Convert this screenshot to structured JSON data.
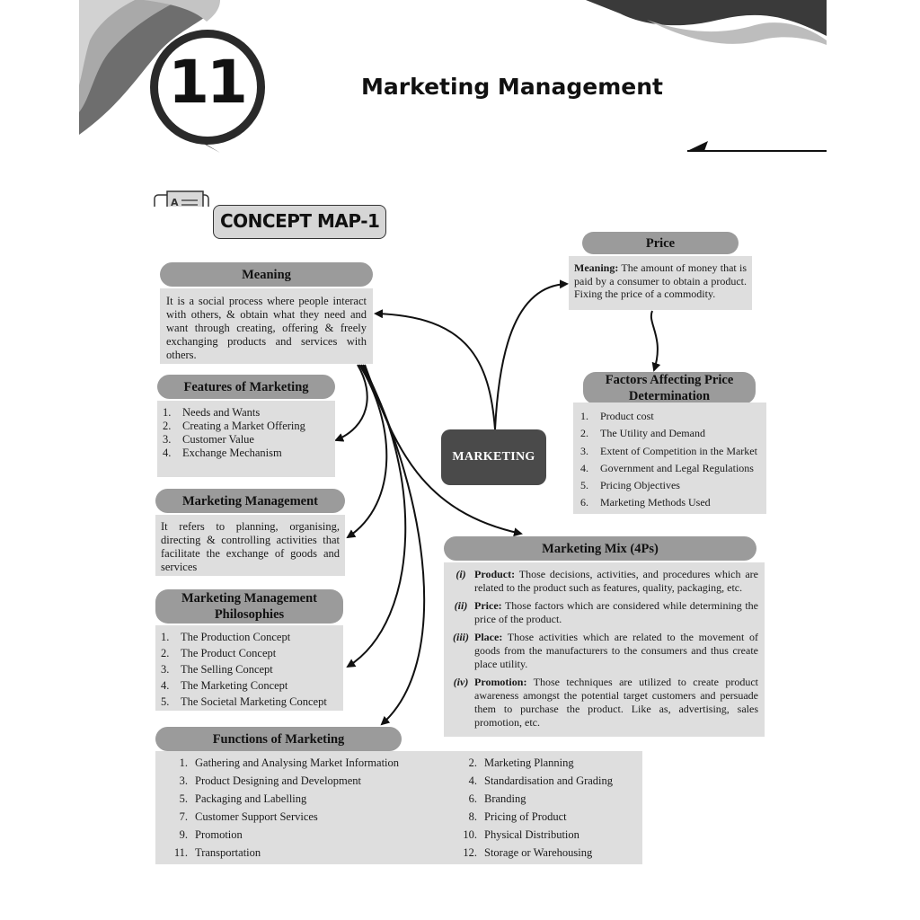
{
  "header": {
    "chapter_number": "11",
    "title": "Marketing Management",
    "concept_map_label": "CONCEPT MAP-1"
  },
  "center": {
    "label": "MARKETING"
  },
  "meaning": {
    "heading": "Meaning",
    "text": "It is a social process where people interact with others, & obtain what they need and want through creating, offering & freely exchanging products and services with others."
  },
  "features": {
    "heading": "Features of Marketing",
    "items": [
      {
        "num": "1.",
        "text": "Needs and Wants"
      },
      {
        "num": "2.",
        "text": "Creating a Market Offering"
      },
      {
        "num": "3.",
        "text": "Customer Value"
      },
      {
        "num": "4.",
        "text": "Exchange Mechanism"
      }
    ]
  },
  "management": {
    "heading": "Marketing Management",
    "text": "It refers to planning, organising, directing & controlling activities that facilitate the exchange of goods and services"
  },
  "philosophies": {
    "heading": "Marketing Management Philosophies",
    "items": [
      {
        "num": "1.",
        "text": "The Production Concept"
      },
      {
        "num": "2.",
        "text": "The Product Concept"
      },
      {
        "num": "3.",
        "text": "The Selling Concept"
      },
      {
        "num": "4.",
        "text": "The Marketing Concept"
      },
      {
        "num": "5.",
        "text": "The Societal Marketing Concept"
      }
    ]
  },
  "price": {
    "heading": "Price",
    "term": "Meaning:",
    "text": "The amount of money that is paid by a consumer to obtain a product. Fixing the price of a commodity."
  },
  "price_factors": {
    "heading": "Factors Affecting Price Determination",
    "items": [
      {
        "num": "1.",
        "text": "Product cost"
      },
      {
        "num": "2.",
        "text": "The Utility and Demand"
      },
      {
        "num": "3.",
        "text": "Extent of Competition in the Market"
      },
      {
        "num": "4.",
        "text": "Government and Legal Regulations"
      },
      {
        "num": "5.",
        "text": "Pricing Objectives"
      },
      {
        "num": "6.",
        "text": "Marketing Methods Used"
      }
    ]
  },
  "mix": {
    "heading": "Marketing Mix (4Ps)",
    "items": [
      {
        "roman": "(i)",
        "term": "Product:",
        "text": "Those decisions, activities, and procedures which are related to the product such as features, quality, packaging, etc."
      },
      {
        "roman": "(ii)",
        "term": "Price:",
        "text": "Those factors which are considered while determining the price of the product."
      },
      {
        "roman": "(iii)",
        "term": "Place:",
        "text": "Those activities which are related to the movement of goods from the manufacturers to the consumers and thus create place utility."
      },
      {
        "roman": "(iv)",
        "term": "Promotion:",
        "text": "Those techniques are utilized to create product awareness amongst the potential target customers and persuade them to purchase the product. Like as, advertising, sales promotion, etc."
      }
    ]
  },
  "functions": {
    "heading": "Functions of Marketing",
    "items": [
      {
        "num": "1.",
        "text": "Gathering and Analysing Market Information"
      },
      {
        "num": "2.",
        "text": "Marketing Planning"
      },
      {
        "num": "3.",
        "text": "Product Designing and Development"
      },
      {
        "num": "4.",
        "text": "Standardisation and Grading"
      },
      {
        "num": "5.",
        "text": "Packaging and Labelling"
      },
      {
        "num": "6.",
        "text": "Branding"
      },
      {
        "num": "7.",
        "text": "Customer Support Services"
      },
      {
        "num": "8.",
        "text": "Pricing of Product"
      },
      {
        "num": "9.",
        "text": "Promotion"
      },
      {
        "num": "10.",
        "text": "Physical Distribution"
      },
      {
        "num": "11.",
        "text": "Transportation"
      },
      {
        "num": "12.",
        "text": "Storage or Warehousing"
      }
    ]
  },
  "colors": {
    "header_pill": "#9b9b9b",
    "content_box": "#dedede",
    "center_node": "#4a4a4a"
  }
}
